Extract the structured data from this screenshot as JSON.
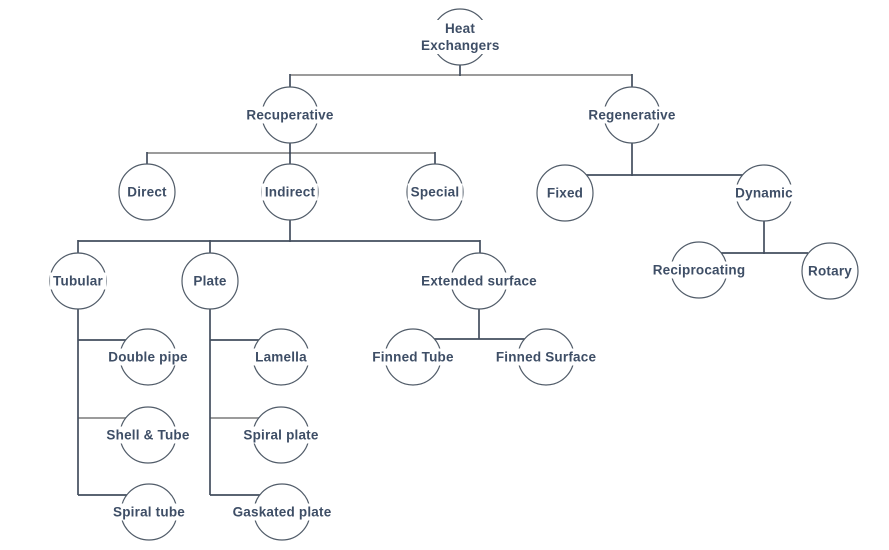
{
  "diagram": {
    "title": "Heat Exchangers",
    "type": "tree",
    "colors": {
      "background": "#ffffff",
      "text": "#3e4e66",
      "circle_stroke": "#515c69",
      "connector_dark": "#434e5e",
      "connector_gray": "#9b9b9b"
    },
    "nodes": [
      {
        "id": "heat-exchangers",
        "label": "Heat Exchangers",
        "parent": null
      },
      {
        "id": "recuperative",
        "label": "Recuperative",
        "parent": "heat-exchangers"
      },
      {
        "id": "regenerative",
        "label": "Regenerative",
        "parent": "heat-exchangers"
      },
      {
        "id": "direct",
        "label": "Direct",
        "parent": "recuperative"
      },
      {
        "id": "indirect",
        "label": "Indirect",
        "parent": "recuperative"
      },
      {
        "id": "special",
        "label": "Special",
        "parent": "recuperative"
      },
      {
        "id": "fixed",
        "label": "Fixed",
        "parent": "regenerative"
      },
      {
        "id": "dynamic",
        "label": "Dynamic",
        "parent": "regenerative"
      },
      {
        "id": "tubular",
        "label": "Tubular",
        "parent": "indirect"
      },
      {
        "id": "plate",
        "label": "Plate",
        "parent": "indirect"
      },
      {
        "id": "extended-surface",
        "label": "Extended surface",
        "parent": "indirect"
      },
      {
        "id": "reciprocating",
        "label": "Reciprocating",
        "parent": "dynamic"
      },
      {
        "id": "rotary",
        "label": "Rotary",
        "parent": "dynamic"
      },
      {
        "id": "double-pipe",
        "label": "Double pipe",
        "parent": "tubular"
      },
      {
        "id": "shell-and-tube",
        "label": "Shell & Tube",
        "parent": "tubular"
      },
      {
        "id": "spiral-tube",
        "label": "Spiral tube",
        "parent": "tubular"
      },
      {
        "id": "lamella",
        "label": "Lamella",
        "parent": "plate"
      },
      {
        "id": "spiral-plate",
        "label": "Spiral plate",
        "parent": "plate"
      },
      {
        "id": "gaskated-plate",
        "label": "Gaskated plate",
        "parent": "plate"
      },
      {
        "id": "finned-tube",
        "label": "Finned Tube",
        "parent": "extended-surface"
      },
      {
        "id": "finned-surface",
        "label": "Finned Surface",
        "parent": "extended-surface"
      }
    ]
  }
}
